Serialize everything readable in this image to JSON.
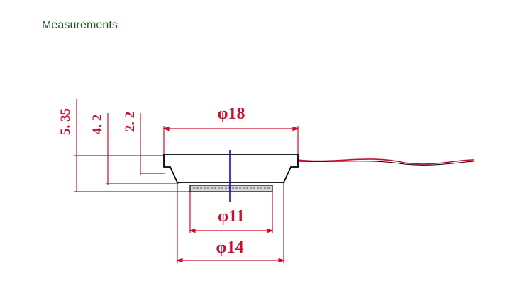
{
  "page": {
    "heading": "Measurements"
  },
  "drawing": {
    "dimensions": {
      "top_diameter": "φ18",
      "middle_diameter": "φ11",
      "bottom_diameter": "φ14"
    },
    "heights": {
      "total_height": "5. 35",
      "mid_height": "4. 2",
      "top_height": "2. 2"
    },
    "colors": {
      "dimension_red": "#c8102e",
      "outline_black": "#000000",
      "axis_blue": "#0000cc",
      "heading_green": "#1a5e20"
    }
  }
}
